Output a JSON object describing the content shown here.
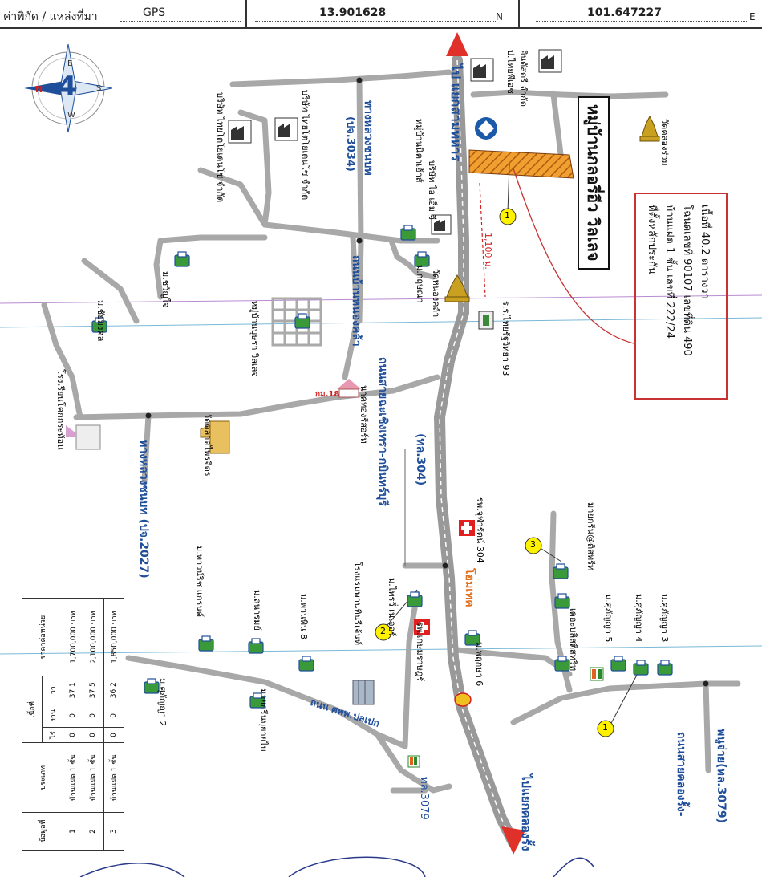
{
  "header": {
    "label": "ค่าพิกัด / แหล่งที่มา",
    "source": "GPS",
    "lat": "13.901628",
    "lat_suffix": "N",
    "lon": "101.647227",
    "lon_suffix": "E"
  },
  "roads": {
    "main_road": "ถนนสายฉะเชิงเทรา-กบินทร์บุรี",
    "main_road_code": "(ทล.304)",
    "rural_2027": "ทางหลวงชนบท (ปจ.2027)",
    "rural_3034": "ทางหลวงชนบท",
    "rural_3034_code": "(ปจ.3034)",
    "nong_khla": "ถนนบ้านหนองคล้า",
    "to_sam_thahan": "ไป แยกสามทหาร",
    "to_khlong_rang": "ไปแยกคลองรั้ง",
    "tl_3079": "ทล.3079",
    "khlong_rang_road": "ถนนสายคลองรั้ง-",
    "khlong_rang_road2": "พนูจ่าย(ทล.3079)",
    "bypass_label": "ถนน ศพพ.ปลเปก",
    "distance": "1,100 ม.",
    "km": "กม.18"
  },
  "subject": {
    "title": "หมู่บ้านกลอรี่อีว วิลเลจ",
    "marker": "1"
  },
  "info": {
    "line1": "ที่ตั้งหลักประกัน",
    "line2": "บ้านแฝด 1 ชั้น เลขที่ 222/24",
    "line3": "โฉนดเลขที่ 90107 เลขที่ดิน 490",
    "line4": "เนื้อที่ 40.2 ตารางวา"
  },
  "places": [
    {
      "text": "ป.ไทยพีเอช"
    },
    {
      "text": "อินดัสตรี จำกัด"
    },
    {
      "text": "บริษัท ไทยโตโยเดนโซ จำกัด"
    },
    {
      "text": "บริษัท ไทยโตโยเดนโซ จำกัด"
    },
    {
      "text": "วัดคลองร่วม"
    },
    {
      "text": "หมู่บ้านนิคาเฮ้าส์"
    },
    {
      "text": "บริษัท ไอ เอ็ม จี"
    },
    {
      "text": "ม.ชวัญใจ"
    },
    {
      "text": "ม.ชัยมงคล"
    },
    {
      "text": "หมู่บ้านบุษรา วิลเลจ"
    },
    {
      "text": "ม.กฤษณา"
    },
    {
      "text": "วัดหนองคล้า"
    },
    {
      "text": "ร.ร.ไทยรัฐวิทยา 93"
    },
    {
      "text": "โรงเรียนโคกกระท้อน"
    },
    {
      "text": "วัดตลาดไพรจิตร"
    },
    {
      "text": "นาคทองรีสอร์ท"
    },
    {
      "text": "ม.ทาวน์ริช แกรนด์"
    },
    {
      "text": "ม.ลนารมย์"
    },
    {
      "text": "ม.พานทิน 8"
    },
    {
      "text": "โรงแรมพานทินรีเจ้นท์"
    },
    {
      "text": "ม.ศุภัญญา 2"
    },
    {
      "text": "มายกรีนบุยายไบ"
    },
    {
      "text": "ม.ไพรวี่ เนเจอร์"
    },
    {
      "text": "รพ.เกษมราษฎร์"
    },
    {
      "text": "ม.พฤกษา 6"
    },
    {
      "text": "รพ.จุฬารัตน์ 304"
    },
    {
      "text": "มายกรีน@ติสทรีท"
    },
    {
      "text": "เดอะบลิสติสทรีท"
    },
    {
      "text": "ม.ศุภัญญา 5"
    },
    {
      "text": "ม.ศุภัญญา 4"
    },
    {
      "text": "ม.ศุภัญญา 3"
    }
  ],
  "store_label": "โฮมเทค",
  "compass": {
    "n": "N",
    "e": "E",
    "s": "S",
    "w": "W",
    "num": "4"
  },
  "markers": {
    "m1": "1",
    "m2": "2",
    "m3": "3",
    "m1b": "1"
  },
  "legend": {
    "h_no": "ข้อมูลที่",
    "h_type": "ประเภท",
    "h_area": "เนื้อที่",
    "h_rai": "ไร่",
    "h_ngan": "งาน",
    "h_wa": "วา",
    "h_price": "ราคาต่อหน่วย",
    "rows": [
      {
        "no": "1",
        "type": "บ้านแฝด 1 ชั้น",
        "rai": "0",
        "ngan": "0",
        "wa": "37.1",
        "price": "1,700,000 บาท"
      },
      {
        "no": "2",
        "type": "บ้านแฝด 1 ชั้น",
        "rai": "0",
        "ngan": "0",
        "wa": "37.5",
        "price": "2,100,000 บาท"
      },
      {
        "no": "3",
        "type": "บ้านแฝด 1 ชั้น",
        "rai": "0",
        "ngan": "0",
        "wa": "36.2",
        "price": "1,850,000 บาท"
      }
    ]
  },
  "colors": {
    "road": "#a8a8a8",
    "road_main": "#9a9a9a",
    "text_blue": "#1f4e9a",
    "info_red": "#c83232",
    "subject": "#f0a030",
    "arrow": "#e0302a"
  }
}
